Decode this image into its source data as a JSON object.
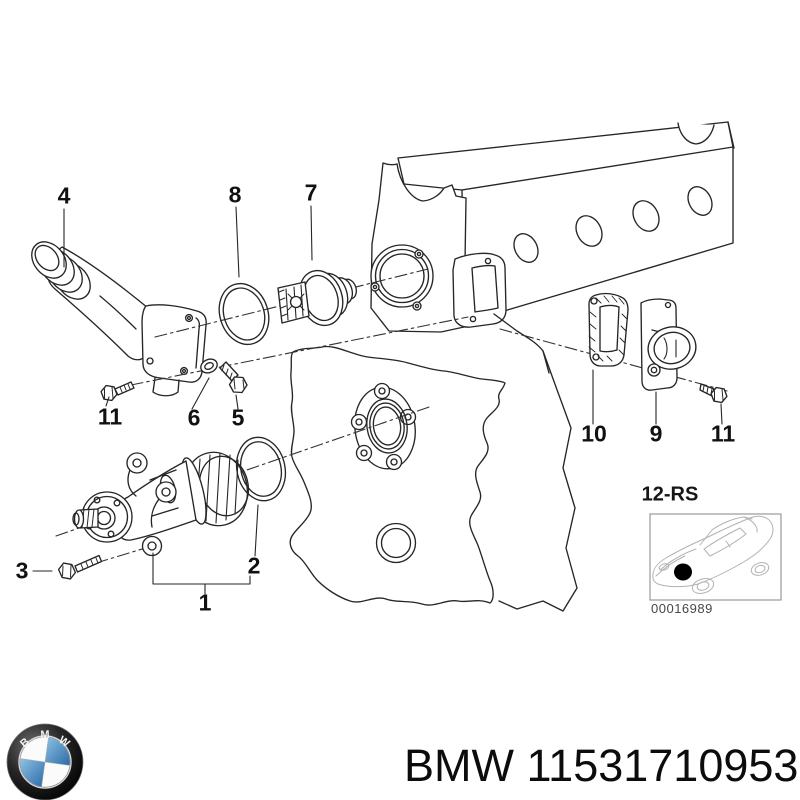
{
  "page": {
    "background": "#ffffff"
  },
  "product_image": {
    "type": "exploded-parts-diagram",
    "subject": "Engine water pump and thermostat exploded view"
  },
  "diagram": {
    "callouts": [
      "4",
      "8",
      "7",
      "11",
      "6",
      "5",
      "10",
      "9",
      "11",
      "3",
      "2",
      "1"
    ],
    "variant_label": "12-RS",
    "image_code": "00016989",
    "line_color": "#262626"
  },
  "footer": {
    "brand": "BMW",
    "part_number": "11531710953",
    "title": "BMW 11531710953",
    "logo_letters": [
      "B",
      "M",
      "W"
    ],
    "logo_colors": {
      "ring": "#111111",
      "blue": "#3f7fbe",
      "white": "#ffffff"
    }
  }
}
